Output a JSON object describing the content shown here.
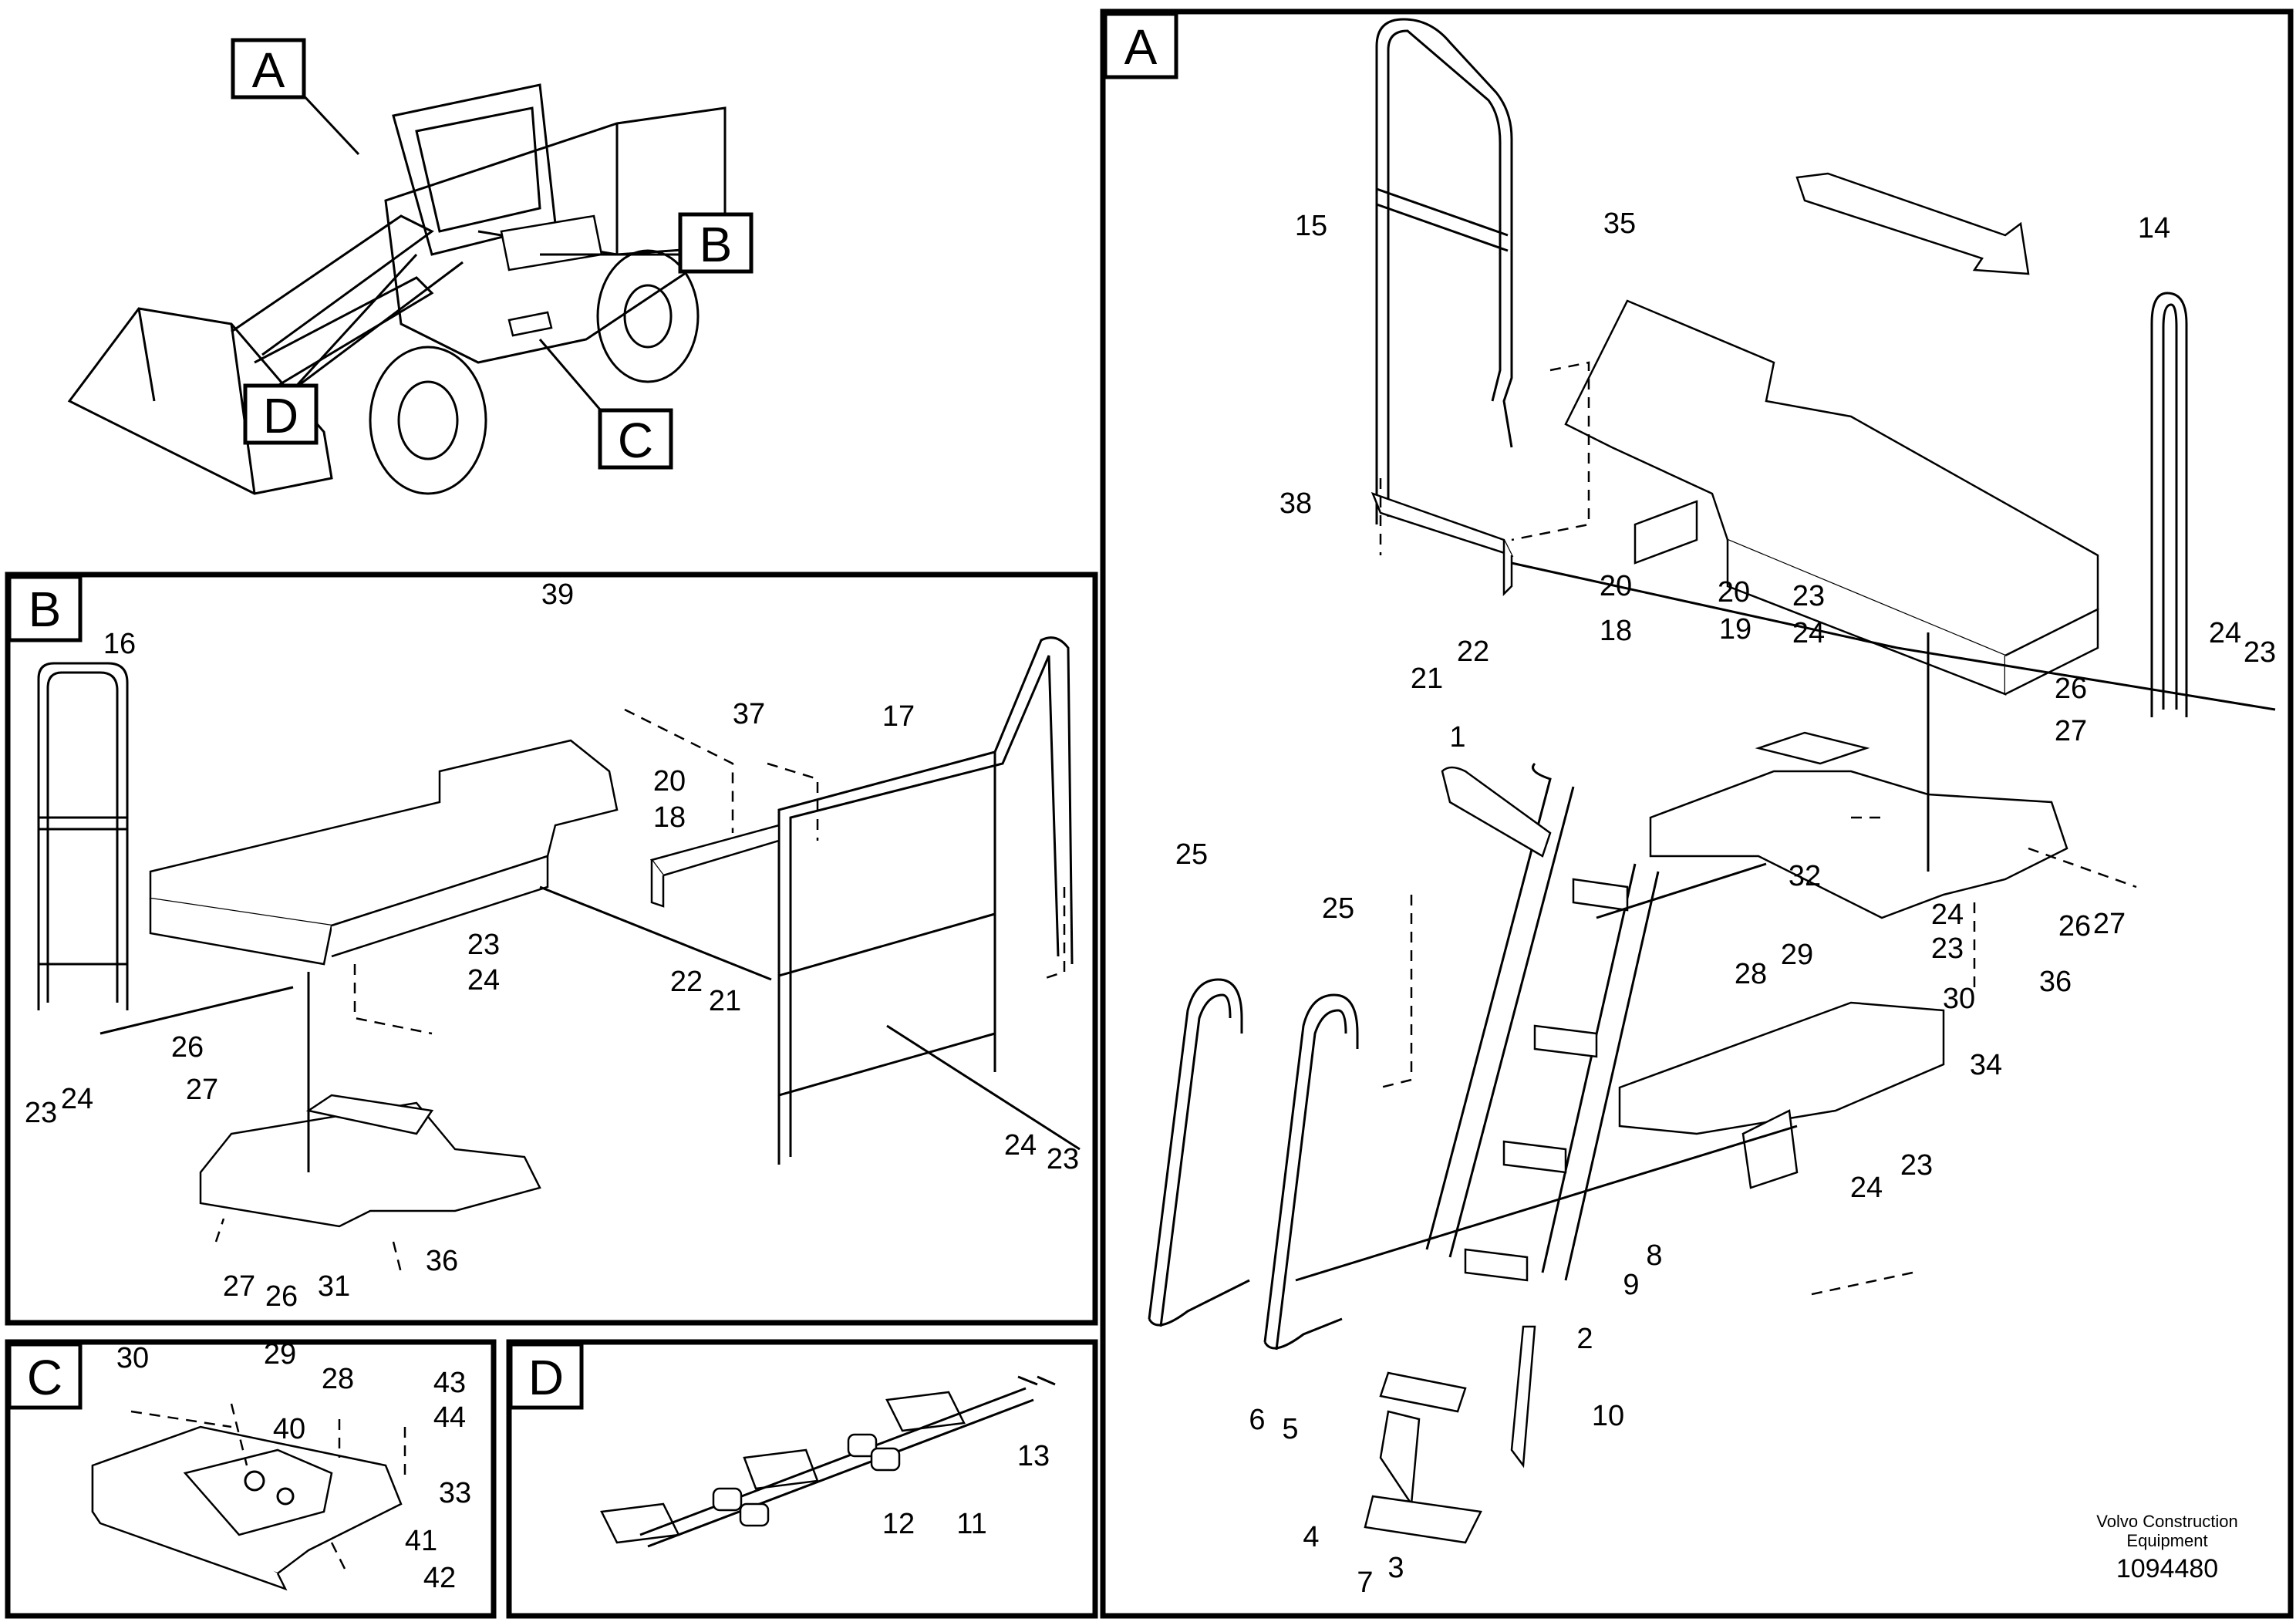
{
  "views": {
    "A": {
      "label": "A"
    },
    "B": {
      "label": "B"
    },
    "C": {
      "label": "C"
    },
    "D": {
      "label": "D"
    }
  },
  "overview": {
    "labels": [
      "A",
      "B",
      "C",
      "D"
    ]
  },
  "callouts_A": [
    "15",
    "35",
    "14",
    "38",
    "20",
    "20",
    "18",
    "19",
    "21",
    "22",
    "23",
    "24",
    "24",
    "23",
    "26",
    "27",
    "1",
    "32",
    "24",
    "23",
    "26",
    "27",
    "36",
    "25",
    "25",
    "28",
    "29",
    "30",
    "34",
    "24",
    "23",
    "8",
    "9",
    "2",
    "10",
    "6",
    "5",
    "4",
    "7",
    "3"
  ],
  "callouts_B": [
    "16",
    "39",
    "37",
    "17",
    "20",
    "18",
    "23",
    "24",
    "22",
    "21",
    "23",
    "24",
    "26",
    "27",
    "24",
    "23",
    "27",
    "26",
    "31",
    "36"
  ],
  "callouts_C": [
    "30",
    "29",
    "28",
    "43",
    "44",
    "40",
    "33",
    "41",
    "42"
  ],
  "callouts_D": [
    "13",
    "12",
    "11"
  ],
  "footer": {
    "company_line1": "Volvo Construction",
    "company_line2": "Equipment",
    "drawing_number": "1094480"
  }
}
